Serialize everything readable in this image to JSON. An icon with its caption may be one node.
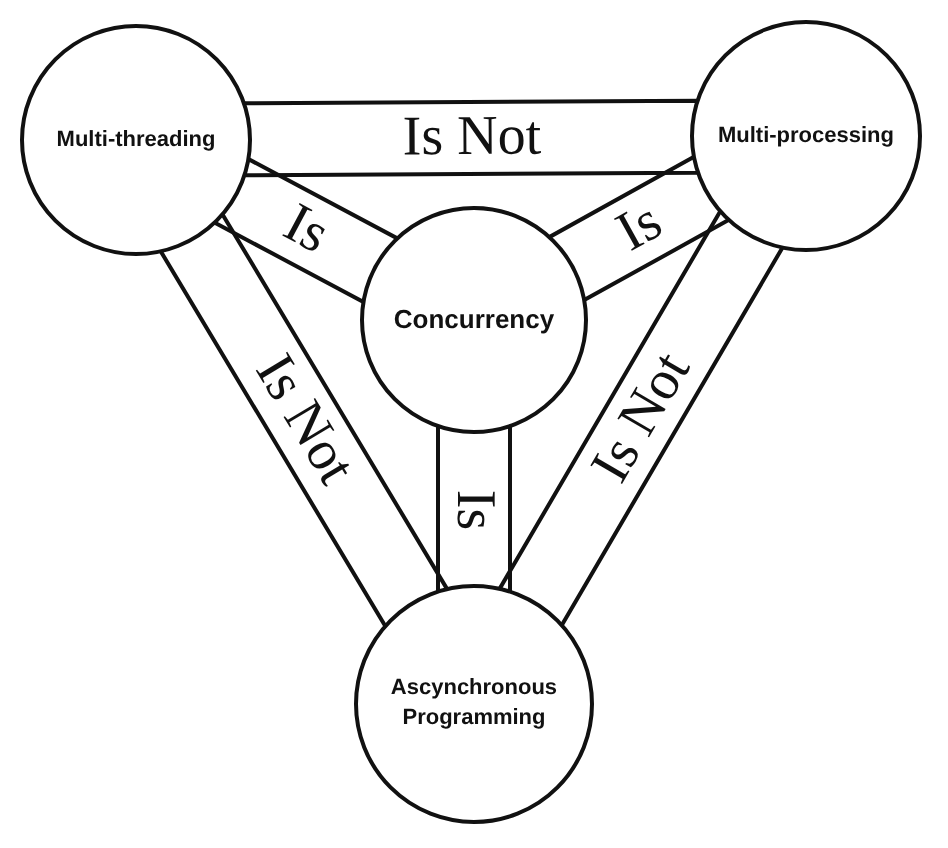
{
  "diagram": {
    "nodes": [
      {
        "text": [
          "Multi-threading"
        ]
      },
      {
        "text": [
          "Multi-processing"
        ]
      },
      {
        "text": [
          "Concurrency"
        ]
      },
      {
        "text": [
          "Ascynchronous Programming"
        ]
      }
    ],
    "edges": [
      {
        "from": 0,
        "to": 1,
        "arrow": "none",
        "label": "Is Not"
      },
      {
        "from": 0,
        "to": 2,
        "arrow": "none",
        "label": "Is"
      },
      {
        "from": 1,
        "to": 2,
        "arrow": "none",
        "label": "Is"
      },
      {
        "from": 0,
        "to": 3,
        "arrow": "none",
        "label": "Is Not"
      },
      {
        "from": 2,
        "to": 3,
        "arrow": "none",
        "label": "Is"
      },
      {
        "from": 1,
        "to": 3,
        "arrow": "none",
        "label": "Is Not"
      }
    ]
  }
}
